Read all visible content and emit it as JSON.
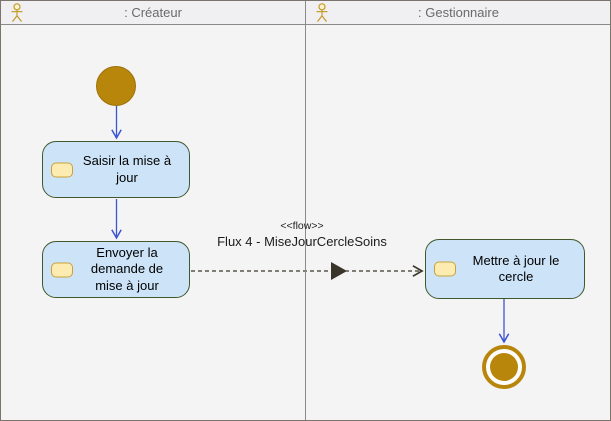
{
  "lanes": [
    {
      "title": ": Créateur"
    },
    {
      "title": ": Gestionnaire"
    }
  ],
  "activities": [
    {
      "id": "activity-saisir",
      "label": "Saisir la mise à jour"
    },
    {
      "id": "activity-envoyer",
      "label": "Envoyer la demande de mise à jour"
    },
    {
      "id": "activity-mettre",
      "label": "Mettre à jour le cercle"
    }
  ],
  "flow": {
    "stereotype": "<<flow>>",
    "name": "Flux 4 - MiseJourCercleSoins"
  },
  "nodes": {
    "initial": "initial-node",
    "final": "activity-final-node"
  },
  "icons": {
    "lane_actor": "actor-icon",
    "activity_action": "action-icon"
  },
  "colors": {
    "canvas_bg": "#f4f4f5",
    "header_bg": "#f0eff1",
    "outer_border": "#7b746c",
    "lane_divider": "#8a8a8a",
    "header_text": "#6a6a6a",
    "activity_fill": "#cde4f8",
    "activity_border": "#40582c",
    "action_icon_fill": "#fcecb2",
    "action_icon_border": "#c9a23a",
    "gold_node": "#b8860b",
    "control_arrow_blue": "#3b55d2",
    "flow_line_dark": "#3a352b"
  }
}
